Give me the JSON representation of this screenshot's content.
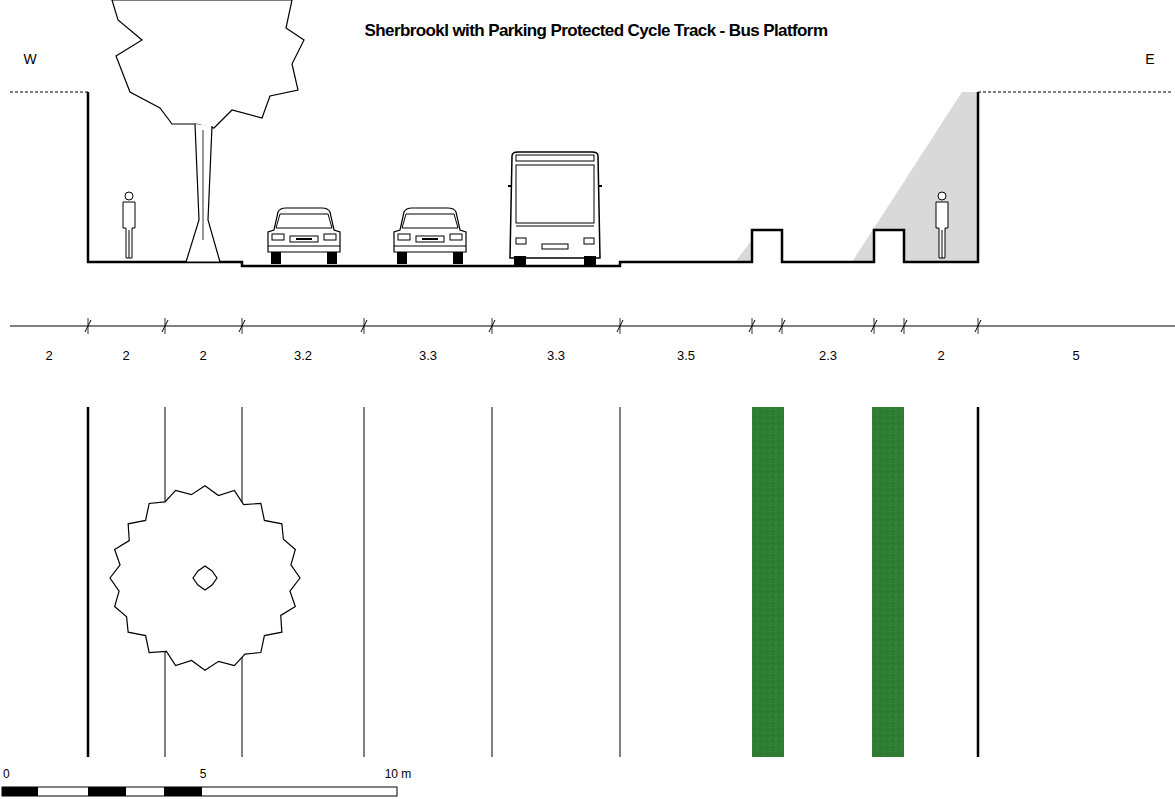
{
  "diagram": {
    "title": "Sherbrookl with Parking Protected Cycle Track - Bus Platform",
    "labels": [
      "W",
      "E",
      "2",
      "2",
      "2",
      "3.2",
      "3.3",
      "3.3",
      "3.5",
      "2.3",
      "2",
      "5",
      "0",
      "5",
      "10 m"
    ]
  }
}
